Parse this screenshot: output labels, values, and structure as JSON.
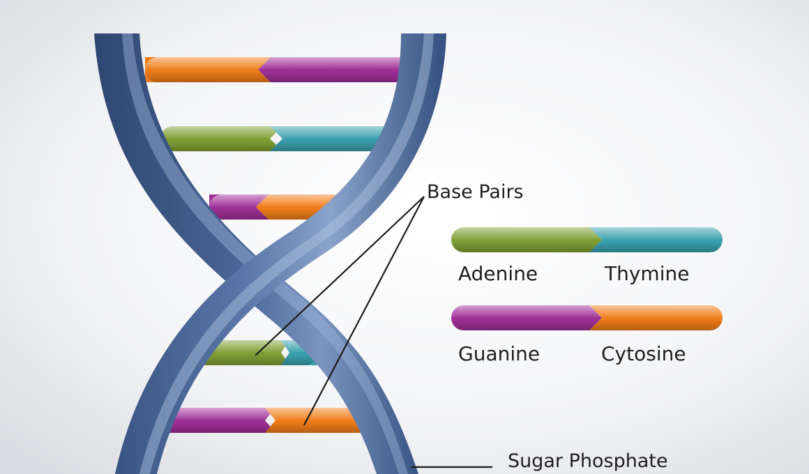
{
  "labels": {
    "base_pairs": "Base Pairs",
    "sugar_phosphate": "Sugar Phosphate"
  },
  "legend": [
    {
      "left": "Adenine",
      "right": "Thymine",
      "left_color": "#7fa035",
      "right_color": "#3aa0ad"
    },
    {
      "left": "Guanine",
      "right": "Cytosine",
      "left_color": "#a02f98",
      "right_color": "#f07d19"
    }
  ],
  "rungs": [
    {
      "left_base": "Cytosine",
      "right_base": "Guanine"
    },
    {
      "left_base": "Adenine",
      "right_base": "Thymine"
    },
    {
      "left_base": "Guanine",
      "right_base": "Cytosine"
    },
    {
      "left_base": "Adenine",
      "right_base": "Thymine"
    },
    {
      "left_base": "Guanine",
      "right_base": "Cytosine"
    }
  ],
  "colors": {
    "backbone": "#4a6696",
    "backbone_light": "#8aa3c9",
    "backbone_dark": "#2e4670",
    "adenine": "#7fa035",
    "thymine": "#3aa0ad",
    "guanine": "#a02f98",
    "cytosine": "#f07d19",
    "background": "#ffffff",
    "leader_line": "#1a1a1a"
  }
}
